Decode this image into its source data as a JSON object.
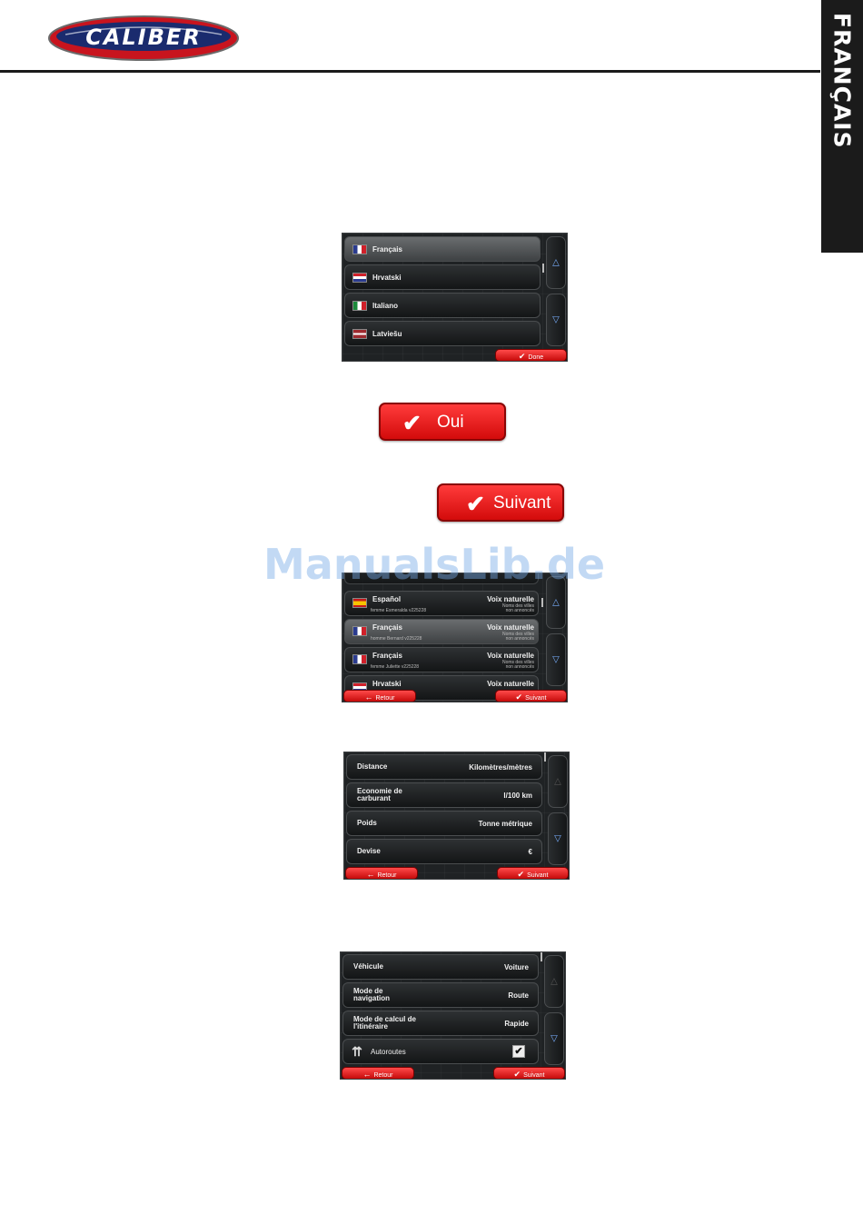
{
  "header": {
    "brand": "CALIBER",
    "language_tab": "FRANÇAIS"
  },
  "watermark": "ManualsLib.de",
  "colors": {
    "accent_red": "#e01818",
    "screen_bg": "#1f2224",
    "arrow_blue": "#7ab0ff"
  },
  "screen1": {
    "items": [
      {
        "label": "Français",
        "flag": "fr"
      },
      {
        "label": "Hrvatski",
        "flag": "hr"
      },
      {
        "label": "Italiano",
        "flag": "it"
      },
      {
        "label": "Latviešu",
        "flag": "lv"
      }
    ],
    "up_icon": "△",
    "down_icon": "▽",
    "done_label": "Done",
    "done_icon": "✔"
  },
  "buttons": {
    "oui": {
      "icon": "✔",
      "label": "Oui"
    },
    "suivant": {
      "icon": "✔",
      "label": "Suivant"
    }
  },
  "screen2": {
    "items": [
      {
        "label": "Español",
        "flag": "es",
        "sub": "femme Esmeralda v225228",
        "value": "Voix naturelle",
        "note": "Noms des villes non annoncés"
      },
      {
        "label": "Français",
        "flag": "fr",
        "sub": "homme Bernard v225228",
        "value": "Voix naturelle",
        "note": "Noms des villes non annoncés"
      },
      {
        "label": "Français",
        "flag": "fr",
        "sub": "femme Juliette v225228",
        "value": "Voix naturelle",
        "note": "Noms des villes non annoncés"
      },
      {
        "label": "Hrvatski",
        "flag": "hr",
        "value": "Voix naturelle"
      }
    ],
    "up_icon": "△",
    "down_icon": "▽",
    "back_icon": "←",
    "back_label": "Retour",
    "next_icon": "✔",
    "next_label": "Suivant"
  },
  "screen3": {
    "items": [
      {
        "label": "Distance",
        "value": "Kilomètres/mètres"
      },
      {
        "label": "Economie de carburant",
        "value": "l/100 km"
      },
      {
        "label": "Poids",
        "value": "Tonne métrique"
      },
      {
        "label": "Devise",
        "value": "€"
      }
    ],
    "up_icon": "△",
    "down_icon": "▽",
    "back_icon": "←",
    "back_label": "Retour",
    "next_icon": "✔",
    "next_label": "Suivant"
  },
  "screen4": {
    "items": [
      {
        "label": "Véhicule",
        "value": "Voiture"
      },
      {
        "label": "Mode de navigation",
        "value": "Route"
      },
      {
        "label": "Mode de calcul de l'itinéraire",
        "value": "Rapide"
      },
      {
        "label": "Autoroutes",
        "icon": "⇈",
        "checked": "✔"
      }
    ],
    "up_icon": "△",
    "down_icon": "▽",
    "back_icon": "←",
    "back_label": "Retour",
    "next_icon": "✔",
    "next_label": "Suivant"
  }
}
